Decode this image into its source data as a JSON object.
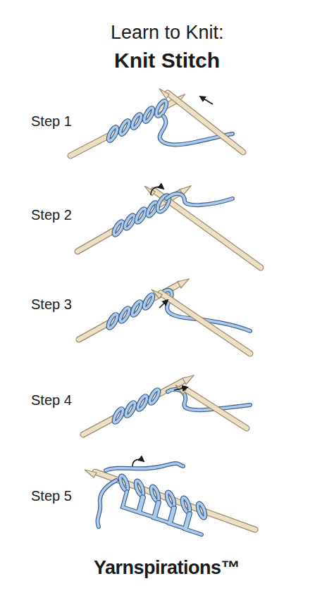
{
  "diagram": {
    "title": "Learn to Knit:",
    "labels": [
      "Knit Stitch",
      "Step 1",
      "Step 2",
      "Step 3",
      "Step 4",
      "Step 5",
      "Yarnspirations™"
    ]
  }
}
